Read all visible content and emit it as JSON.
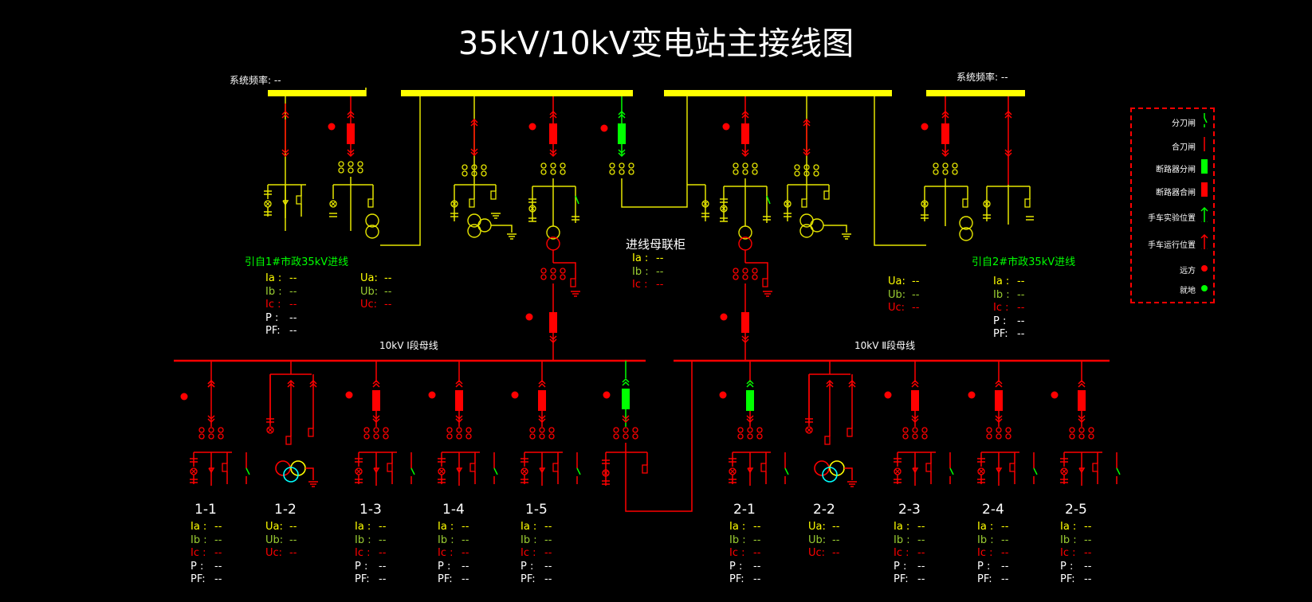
{
  "title": "35kV/10kV变电站主接线图",
  "freq_label_left": "系统频率: --",
  "freq_label_right": "系统频率: --",
  "incoming1_label": "引自1#市政35kV进线",
  "incoming2_label": "引自2#市政35kV进线",
  "bus_tie_label": "进线母联柜",
  "bus1_label": "10kV Ⅰ段母线",
  "bus2_label": "10kV Ⅱ段母线",
  "tie_meas": [
    {
      "k": "Ia :",
      "v": "--",
      "c": "#ffff00"
    },
    {
      "k": "Ib :",
      "v": "--",
      "c": "#9acd32"
    },
    {
      "k": "Ic :",
      "v": "--",
      "c": "#ff0000"
    }
  ],
  "in1_current": [
    {
      "k": "Ia :",
      "v": "--",
      "c": "#ffff00"
    },
    {
      "k": "Ib :",
      "v": "--",
      "c": "#9acd32"
    },
    {
      "k": "Ic :",
      "v": "--",
      "c": "#ff0000"
    },
    {
      "k": "P :",
      "v": "--",
      "c": "#ffffff"
    },
    {
      "k": "PF:",
      "v": "--",
      "c": "#ffffff"
    }
  ],
  "in1_voltage": [
    {
      "k": "Ua:",
      "v": "--",
      "c": "#ffff00"
    },
    {
      "k": "Ub:",
      "v": "--",
      "c": "#9acd32"
    },
    {
      "k": "Uc:",
      "v": "--",
      "c": "#ff0000"
    }
  ],
  "in2_voltage": [
    {
      "k": "Ua:",
      "v": "--",
      "c": "#ffff00"
    },
    {
      "k": "Ub:",
      "v": "--",
      "c": "#9acd32"
    },
    {
      "k": "Uc:",
      "v": "--",
      "c": "#ff0000"
    }
  ],
  "in2_current": [
    {
      "k": "Ia :",
      "v": "--",
      "c": "#ffff00"
    },
    {
      "k": "Ib :",
      "v": "--",
      "c": "#9acd32"
    },
    {
      "k": "Ic :",
      "v": "--",
      "c": "#ff0000"
    },
    {
      "k": "P :",
      "v": "--",
      "c": "#ffffff"
    },
    {
      "k": "PF:",
      "v": "--",
      "c": "#ffffff"
    }
  ],
  "feeders": [
    {
      "id": "1-1",
      "type": "feeder",
      "meas": [
        {
          "k": "Ia :",
          "v": "--",
          "c": "#ffff00"
        },
        {
          "k": "Ib :",
          "v": "--",
          "c": "#9acd32"
        },
        {
          "k": "Ic :",
          "v": "--",
          "c": "#ff0000"
        },
        {
          "k": "P :",
          "v": "--",
          "c": "#ffffff"
        },
        {
          "k": "PF:",
          "v": "--",
          "c": "#ffffff"
        }
      ]
    },
    {
      "id": "1-2",
      "type": "pt",
      "meas": [
        {
          "k": "Ua:",
          "v": "--",
          "c": "#ffff00"
        },
        {
          "k": "Ub:",
          "v": "--",
          "c": "#9acd32"
        },
        {
          "k": "Uc:",
          "v": "--",
          "c": "#ff0000"
        }
      ]
    },
    {
      "id": "1-3",
      "type": "feeder",
      "meas": [
        {
          "k": "Ia :",
          "v": "--",
          "c": "#ffff00"
        },
        {
          "k": "Ib :",
          "v": "--",
          "c": "#9acd32"
        },
        {
          "k": "Ic :",
          "v": "--",
          "c": "#ff0000"
        },
        {
          "k": "P :",
          "v": "--",
          "c": "#ffffff"
        },
        {
          "k": "PF:",
          "v": "--",
          "c": "#ffffff"
        }
      ]
    },
    {
      "id": "1-4",
      "type": "feeder",
      "meas": [
        {
          "k": "Ia :",
          "v": "--",
          "c": "#ffff00"
        },
        {
          "k": "Ib :",
          "v": "--",
          "c": "#9acd32"
        },
        {
          "k": "Ic :",
          "v": "--",
          "c": "#ff0000"
        },
        {
          "k": "P :",
          "v": "--",
          "c": "#ffffff"
        },
        {
          "k": "PF:",
          "v": "--",
          "c": "#ffffff"
        }
      ]
    },
    {
      "id": "1-5",
      "type": "feeder",
      "meas": [
        {
          "k": "Ia :",
          "v": "--",
          "c": "#ffff00"
        },
        {
          "k": "Ib :",
          "v": "--",
          "c": "#9acd32"
        },
        {
          "k": "Ic :",
          "v": "--",
          "c": "#ff0000"
        },
        {
          "k": "P :",
          "v": "--",
          "c": "#ffffff"
        },
        {
          "k": "PF:",
          "v": "--",
          "c": "#ffffff"
        }
      ]
    },
    {
      "id": "2-1",
      "type": "feeder",
      "meas": [
        {
          "k": "Ia :",
          "v": "--",
          "c": "#ffff00"
        },
        {
          "k": "Ib :",
          "v": "--",
          "c": "#9acd32"
        },
        {
          "k": "Ic :",
          "v": "--",
          "c": "#ff0000"
        },
        {
          "k": "P :",
          "v": "--",
          "c": "#ffffff"
        },
        {
          "k": "PF:",
          "v": "--",
          "c": "#ffffff"
        }
      ]
    },
    {
      "id": "2-2",
      "type": "pt",
      "meas": [
        {
          "k": "Ua:",
          "v": "--",
          "c": "#ffff00"
        },
        {
          "k": "Ub:",
          "v": "--",
          "c": "#9acd32"
        },
        {
          "k": "Uc:",
          "v": "--",
          "c": "#ff0000"
        }
      ]
    },
    {
      "id": "2-3",
      "type": "feeder",
      "meas": [
        {
          "k": "Ia :",
          "v": "--",
          "c": "#ffff00"
        },
        {
          "k": "Ib :",
          "v": "--",
          "c": "#9acd32"
        },
        {
          "k": "Ic :",
          "v": "--",
          "c": "#ff0000"
        },
        {
          "k": "P :",
          "v": "--",
          "c": "#ffffff"
        },
        {
          "k": "PF:",
          "v": "--",
          "c": "#ffffff"
        }
      ]
    },
    {
      "id": "2-4",
      "type": "feeder",
      "meas": [
        {
          "k": "Ia :",
          "v": "--",
          "c": "#ffff00"
        },
        {
          "k": "Ib :",
          "v": "--",
          "c": "#9acd32"
        },
        {
          "k": "Ic :",
          "v": "--",
          "c": "#ff0000"
        },
        {
          "k": "P :",
          "v": "--",
          "c": "#ffffff"
        },
        {
          "k": "PF:",
          "v": "--",
          "c": "#ffffff"
        }
      ]
    },
    {
      "id": "2-5",
      "type": "feeder",
      "meas": [
        {
          "k": "Ia :",
          "v": "--",
          "c": "#ffff00"
        },
        {
          "k": "Ib :",
          "v": "--",
          "c": "#9acd32"
        },
        {
          "k": "Ic :",
          "v": "--",
          "c": "#ff0000"
        },
        {
          "k": "P :",
          "v": "--",
          "c": "#ffffff"
        },
        {
          "k": "PF:",
          "v": "--",
          "c": "#ffffff"
        }
      ]
    }
  ],
  "legend": [
    {
      "label": "分刀闸",
      "symbol": "switch-open-icon"
    },
    {
      "label": "合刀闸",
      "symbol": "switch-closed-icon"
    },
    {
      "label": "断路器分闸",
      "symbol": "breaker-open-icon"
    },
    {
      "label": "断路器合闸",
      "symbol": "breaker-closed-icon"
    },
    {
      "label": "手车实验位置",
      "symbol": "cart-test-icon"
    },
    {
      "label": "手车运行位置",
      "symbol": "cart-run-icon"
    },
    {
      "label": "远方",
      "symbol": "remote-dot-icon"
    },
    {
      "label": "就地",
      "symbol": "local-dot-icon"
    }
  ],
  "colors": {
    "background": "#000000",
    "bus_35kv": "#ffff00",
    "line_35kv": "#e6e600",
    "line_10kv": "#ff0000",
    "breaker_closed": "#ff0000",
    "breaker_open": "#00ff00",
    "remote": "#ff0000",
    "local": "#00ff00"
  }
}
